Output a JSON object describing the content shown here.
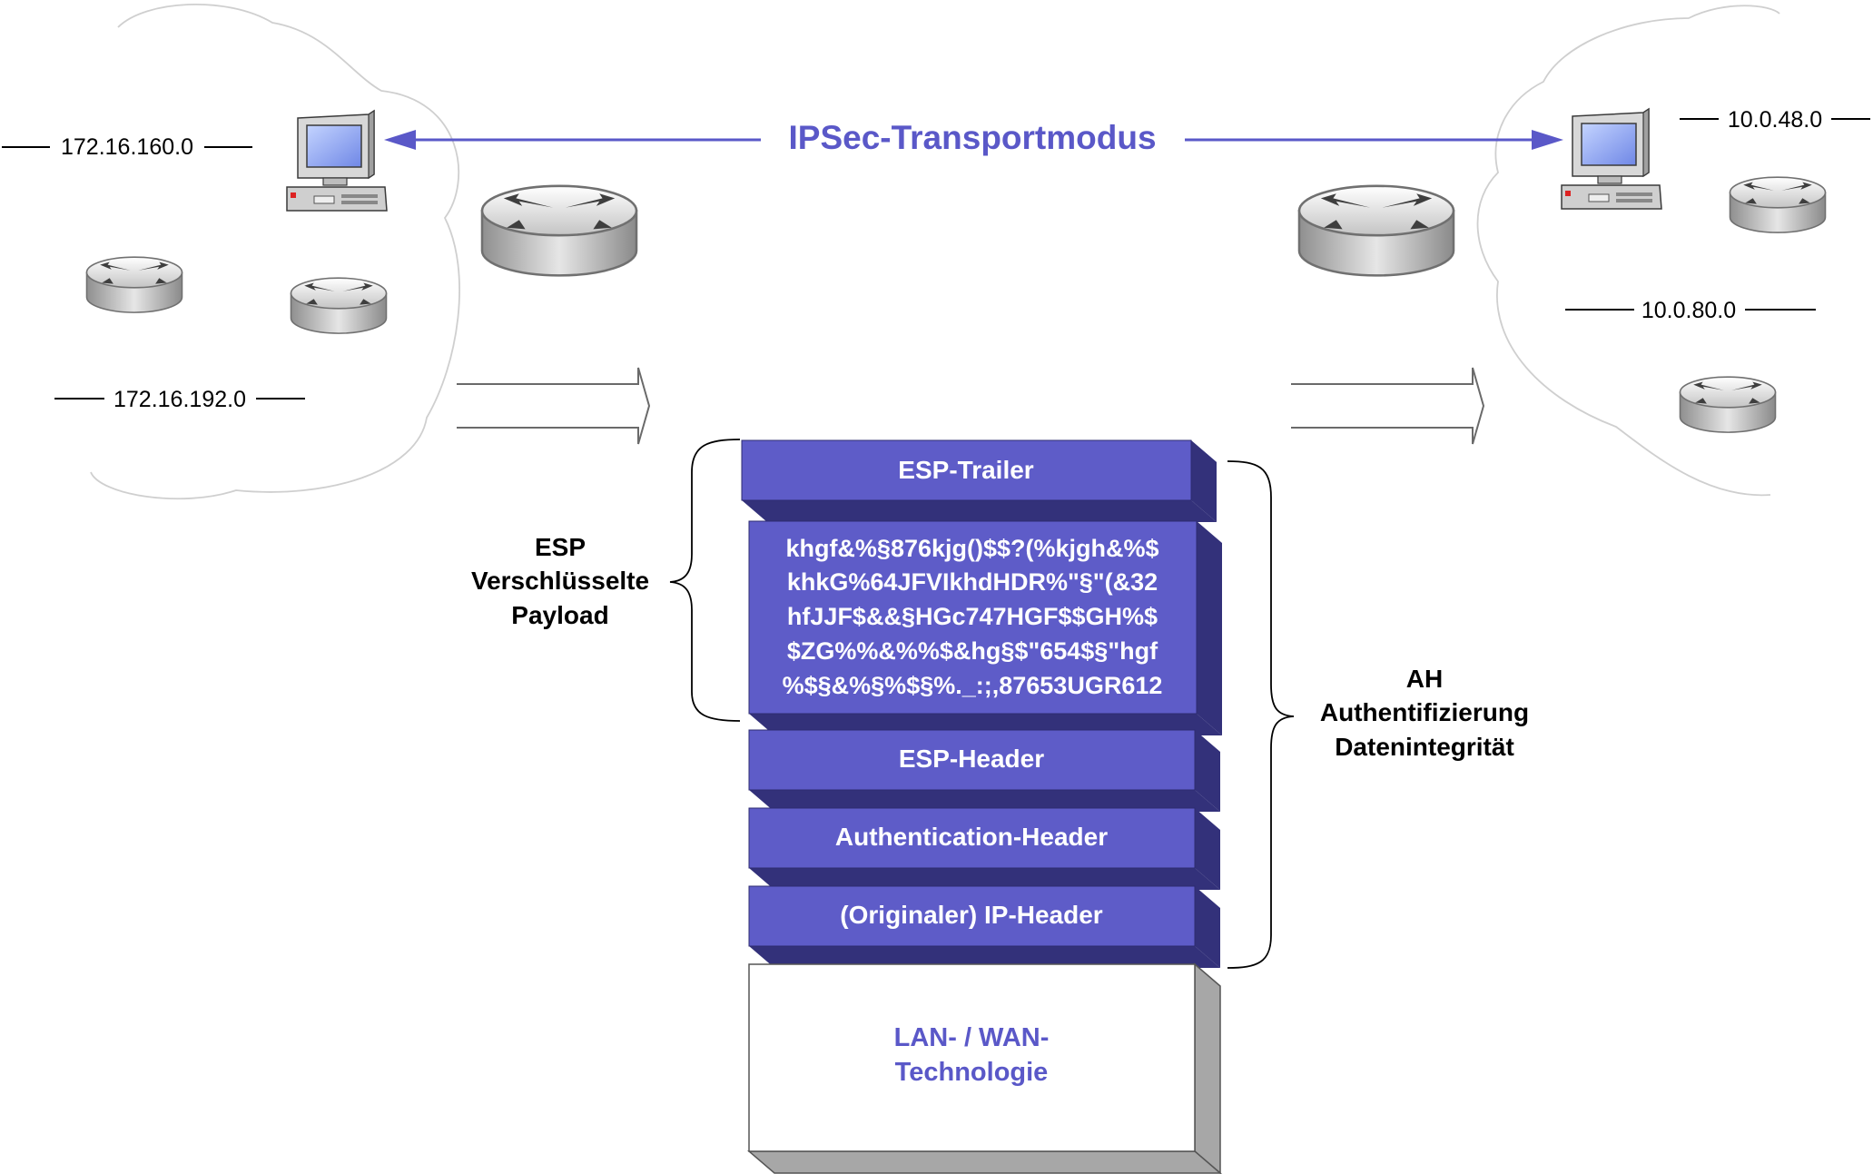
{
  "title": "IPSec-Transportmodus",
  "left_network": {
    "subnets": [
      "172.16.160.0",
      "172.16.192.0"
    ]
  },
  "right_network": {
    "subnets": [
      "10.0.48.0",
      "10.0.80.0"
    ]
  },
  "packet_stack": {
    "esp_trailer": "ESP-Trailer",
    "payload_lines": [
      "khgf&%§876kjg()$$?(%kjgh&%$",
      "khkG%64JFVIkhdHDR%\"§\"(&32",
      "hfJJF$&&§HGc747HGF$$GH%$",
      "$ZG%%&%%$&hg§$\"654$§\"hgf",
      "%$§&%§%$§%._:;,87653UGR612"
    ],
    "esp_header": "ESP-Header",
    "auth_header": "Authentication-Header",
    "ip_header": "(Originaler) IP-Header",
    "lan_wan": [
      "LAN- / WAN-",
      "Technologie"
    ]
  },
  "brace_left": {
    "lines": [
      "ESP",
      "Verschlüsselte",
      "Payload"
    ]
  },
  "brace_right": {
    "lines": [
      "AH",
      "Authentifizierung",
      "Datenintegrität"
    ]
  },
  "colors": {
    "accent": "#5a58c8",
    "layer_face": "#5e5cc8",
    "layer_top": "#3e3c92",
    "layer_side": "#33317a",
    "base_side": "#a7a7a7",
    "lan_text": "#5a58c8"
  },
  "icons": [
    "cloud-icon",
    "computer-icon",
    "router-icon",
    "arrow-outline-icon"
  ]
}
